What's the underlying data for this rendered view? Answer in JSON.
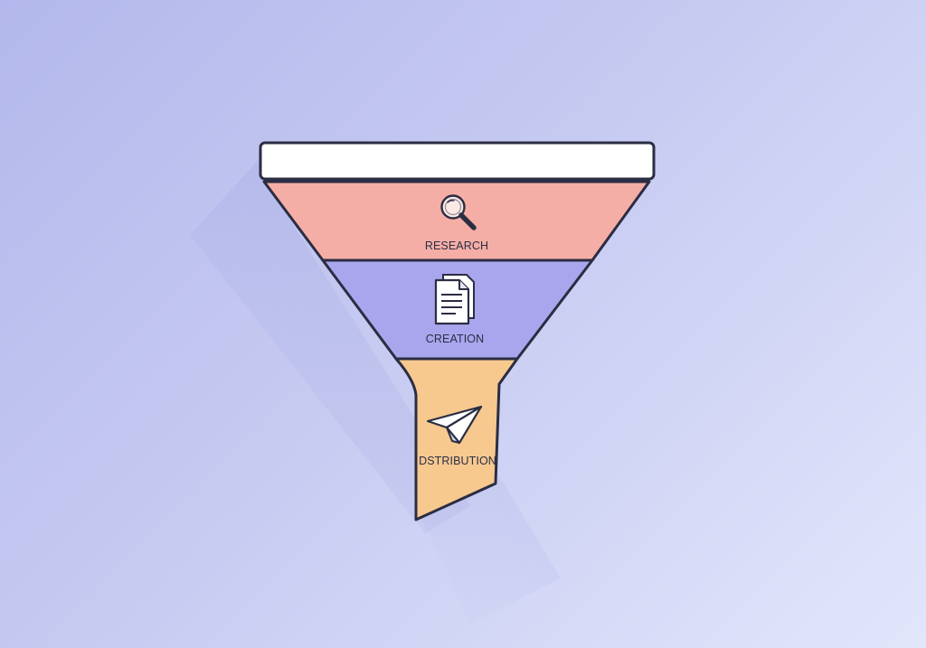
{
  "funnel": {
    "stages": [
      {
        "label": "RESEARCH",
        "icon": "magnifying-glass-icon",
        "color": "#f5aea6"
      },
      {
        "label": "CREATION",
        "icon": "document-icon",
        "color": "#aaa6ee"
      },
      {
        "label": "DSTRIBUTION",
        "icon": "paper-plane-icon",
        "color": "#f7c98f"
      }
    ],
    "rim_color": "#ffffff",
    "outline_color": "#2b2d42"
  }
}
